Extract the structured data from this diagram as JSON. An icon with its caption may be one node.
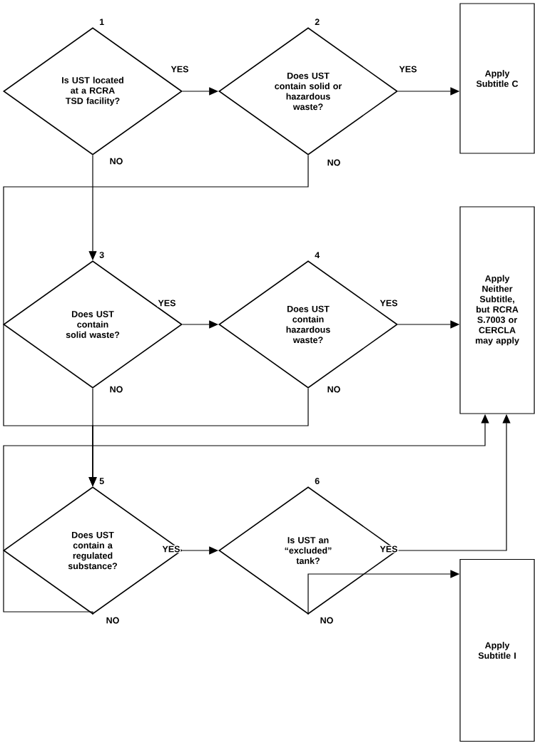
{
  "diagram": {
    "nodes": [
      {
        "text": [
          "Is UST located at a RCRA TSD facility?"
        ],
        "beside": [
          "1"
        ]
      },
      {
        "text": [
          "Does UST contain solid or hazardous waste?"
        ],
        "beside": [
          "2"
        ]
      },
      {
        "text": [
          "Apply Subtitle C"
        ]
      },
      {
        "text": [
          "Does UST contain solid waste?"
        ],
        "beside": [
          "3"
        ]
      },
      {
        "text": [
          "Does UST contain hazardous waste?"
        ],
        "beside": [
          "4"
        ]
      },
      {
        "text": [
          "Apply Neither Subtitle, but RCRA S.7003 or CERCLA may apply"
        ]
      },
      {
        "text": [
          "Does UST contain a regulated substance?"
        ],
        "beside": [
          "5"
        ]
      },
      {
        "text": [
          "Is UST an “excluded” tank?"
        ],
        "beside": [
          "6"
        ]
      },
      {
        "text": [
          "Apply Subtitle I"
        ]
      }
    ],
    "edges": [
      {
        "from": 0,
        "to": 1,
        "arrow": "to",
        "label": "YES"
      },
      {
        "from": 1,
        "to": 2,
        "arrow": "to",
        "label": "YES"
      },
      {
        "from": 0,
        "to": 3,
        "arrow": "to",
        "label": "NO"
      },
      {
        "from": 1,
        "to": 6,
        "arrow": "to",
        "label": "NO"
      },
      {
        "from": 3,
        "to": 4,
        "arrow": "to",
        "label": "YES"
      },
      {
        "from": 4,
        "to": 5,
        "arrow": "to",
        "label": "YES"
      },
      {
        "from": 3,
        "to": 6,
        "arrow": "to",
        "label": "NO"
      },
      {
        "from": 4,
        "to": 6,
        "arrow": "to",
        "label": "NO"
      },
      {
        "from": 6,
        "to": 5,
        "arrow": "to",
        "label": "NO"
      },
      {
        "from": 6,
        "to": 7,
        "arrow": "to",
        "label": "YES"
      },
      {
        "from": 7,
        "to": 5,
        "arrow": "to",
        "label": "YES"
      },
      {
        "from": 7,
        "to": 8,
        "arrow": "to",
        "label": "NO"
      }
    ]
  }
}
